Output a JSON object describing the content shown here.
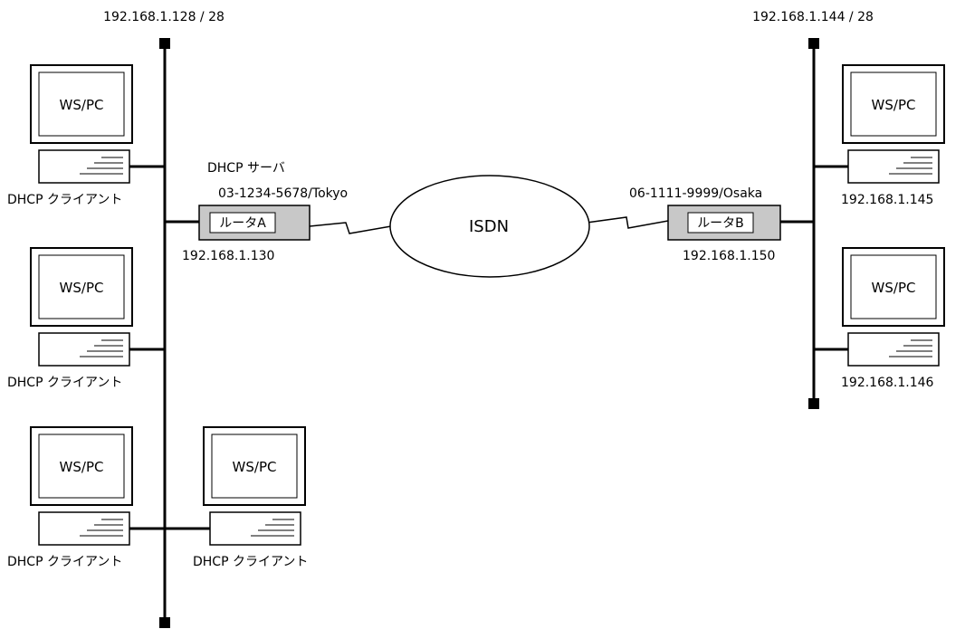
{
  "networks": {
    "left_subnet": "192.168.1.128 / 28",
    "right_subnet": "192.168.1.144 / 28"
  },
  "cloud": {
    "label": "ISDN"
  },
  "router_a": {
    "label": "ルータA",
    "role": "DHCP サーバ",
    "isdn_number": "03-1234-5678/Tokyo",
    "ip": "192.168.1.130"
  },
  "router_b": {
    "label": "ルータB",
    "isdn_number": "06-1111-9999/Osaka",
    "ip": "192.168.1.150"
  },
  "hosts": {
    "monitor_label": "WS/PC",
    "client_label": "DHCP クライアント",
    "right_host_1_ip": "192.168.1.145",
    "right_host_2_ip": "192.168.1.146"
  }
}
